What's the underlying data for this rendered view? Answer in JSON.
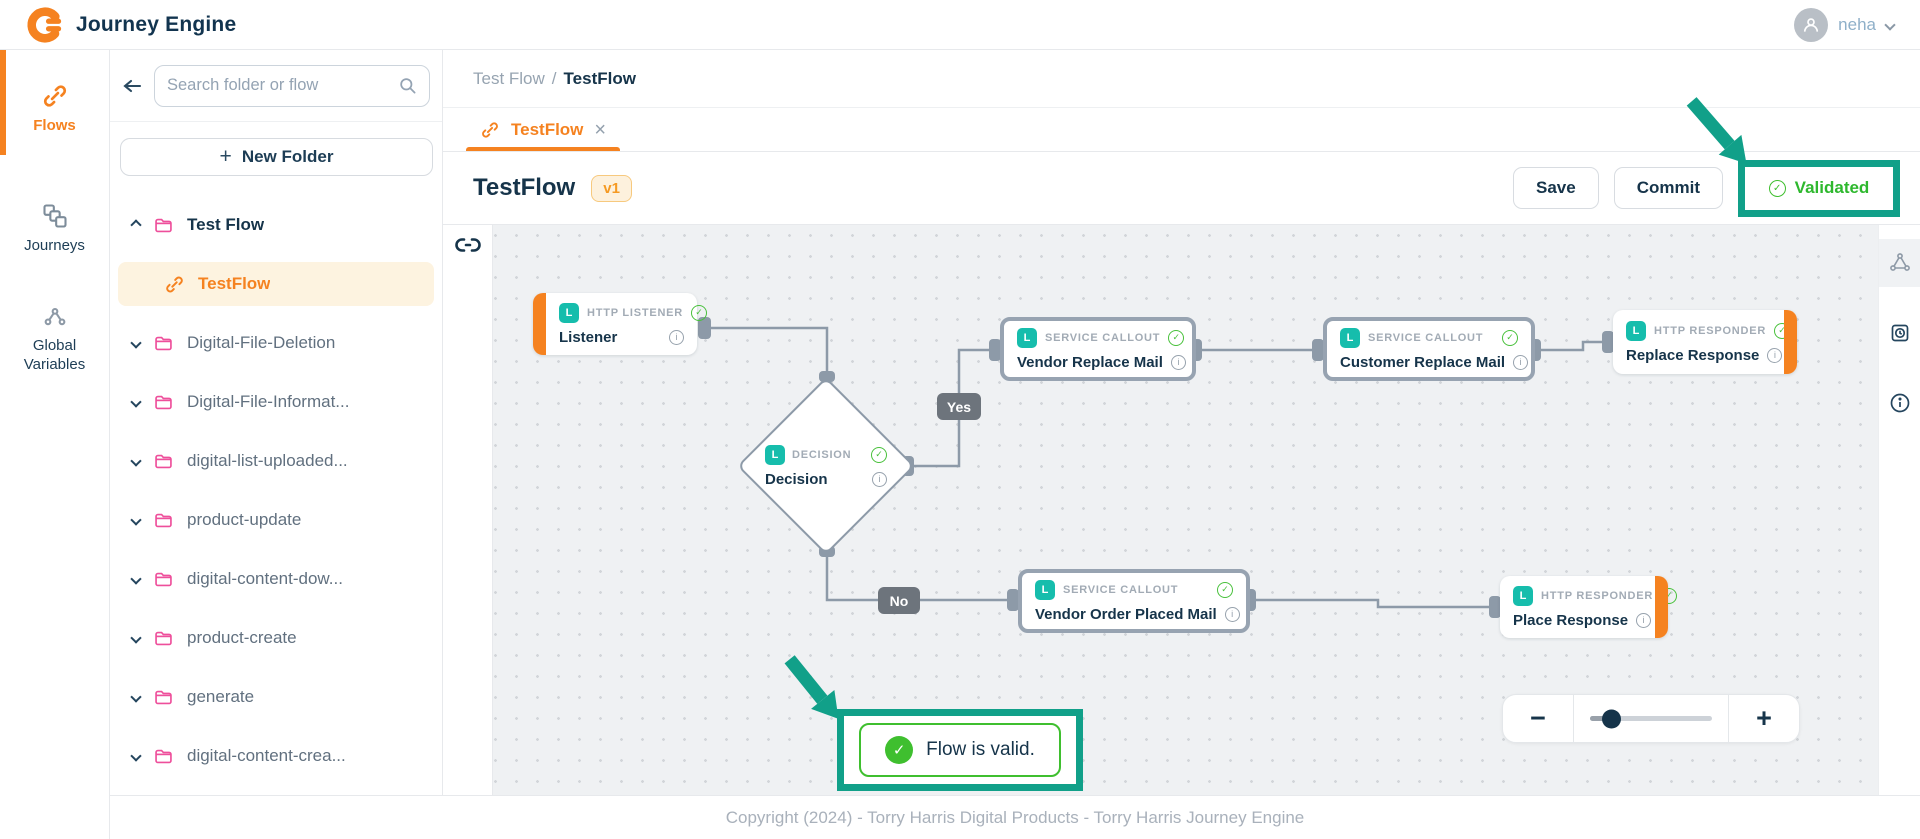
{
  "app": {
    "title": "Journey Engine",
    "user_name": "neha"
  },
  "icons": {
    "plus": "+",
    "close": "×",
    "minus": "−",
    "check": "✓",
    "info": "i",
    "node_badge": "L"
  },
  "nav_rail": {
    "items": [
      {
        "label": "Flows",
        "active": true
      },
      {
        "label": "Journeys",
        "active": false
      },
      {
        "label": "Global Variables",
        "active": false
      }
    ]
  },
  "sidebar": {
    "search_placeholder": "Search folder or flow",
    "new_folder_label": "New Folder",
    "tree": [
      {
        "label": "Test Flow",
        "kind": "folder",
        "expanded": true
      },
      {
        "label": "TestFlow",
        "kind": "flow",
        "selected": true
      },
      {
        "label": "Digital-File-Deletion",
        "kind": "folder"
      },
      {
        "label": "Digital-File-Informat...",
        "kind": "folder"
      },
      {
        "label": "digital-list-uploaded...",
        "kind": "folder"
      },
      {
        "label": "product-update",
        "kind": "folder"
      },
      {
        "label": "digital-content-dow...",
        "kind": "folder"
      },
      {
        "label": "product-create",
        "kind": "folder"
      },
      {
        "label": "generate",
        "kind": "folder"
      },
      {
        "label": "digital-content-crea...",
        "kind": "folder"
      }
    ]
  },
  "main": {
    "breadcrumb": {
      "parent": "Test Flow",
      "separator": "/",
      "current": "TestFlow"
    },
    "tab_label": "TestFlow",
    "title": "TestFlow",
    "version_badge": "v1",
    "buttons": {
      "save": "Save",
      "commit": "Commit",
      "validated": "Validated"
    }
  },
  "canvas": {
    "nodes": [
      {
        "type_label": "HTTP LISTENER",
        "name": "Listener"
      },
      {
        "type_label": "DECISION",
        "name": "Decision"
      },
      {
        "type_label": "SERVICE CALLOUT",
        "name": "Vendor Replace Mail"
      },
      {
        "type_label": "SERVICE CALLOUT",
        "name": "Customer Replace Mail"
      },
      {
        "type_label": "HTTP RESPONDER",
        "name": "Replace Response"
      },
      {
        "type_label": "SERVICE CALLOUT",
        "name": "Vendor Order Placed Mail"
      },
      {
        "type_label": "HTTP RESPONDER",
        "name": "Place Response"
      }
    ],
    "branch_labels": {
      "yes": "Yes",
      "no": "No"
    },
    "toast_message": "Flow is valid."
  },
  "footer": {
    "copyright": "Copyright (2024) - Torry Harris Digital Products - Torry Harris Journey Engine"
  },
  "colors": {
    "accent_orange": "#f58220",
    "badge_teal": "#16bdac",
    "success_green": "#3fbf2f",
    "annotation_teal": "#11a089",
    "folder_pink": "#ee4f9b",
    "navy": "#16344a"
  }
}
